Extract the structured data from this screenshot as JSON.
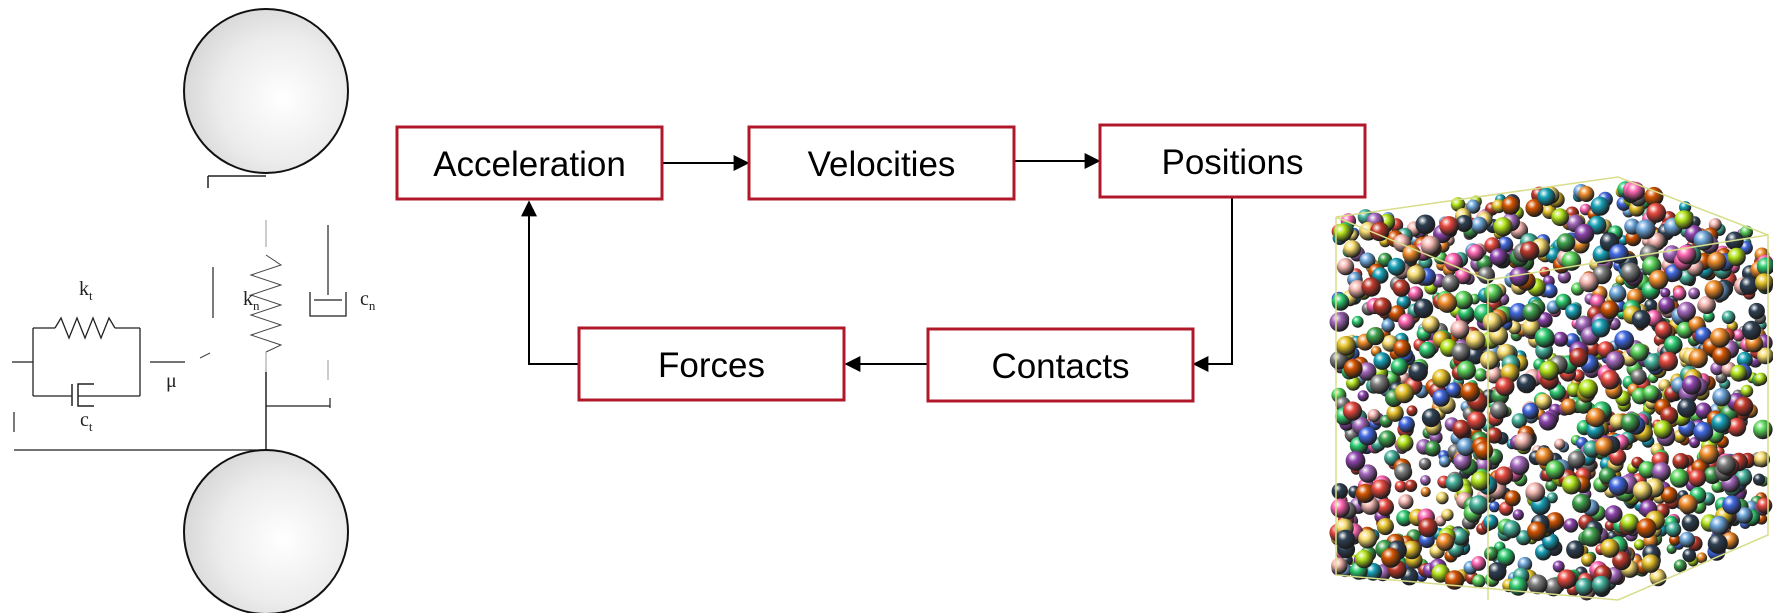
{
  "mechanical_model": {
    "labels": {
      "kt": {
        "main": "k",
        "sub": "t"
      },
      "kn": {
        "main": "k",
        "sub": "n"
      },
      "cn": {
        "main": "c",
        "sub": "n"
      },
      "ct": {
        "main": "c",
        "sub": "t"
      },
      "mu": "μ"
    }
  },
  "flowchart": {
    "nodes": {
      "acceleration": "Acceleration",
      "velocities": "Velocities",
      "positions": "Positions",
      "contacts": "Contacts",
      "forces": "Forces"
    },
    "edges": [
      [
        "acceleration",
        "velocities"
      ],
      [
        "velocities",
        "positions"
      ],
      [
        "positions",
        "contacts"
      ],
      [
        "contacts",
        "forces"
      ],
      [
        "forces",
        "acceleration"
      ]
    ],
    "colors": {
      "box_border": "#b0182a",
      "arrow": "#000000"
    }
  },
  "particle_box": {
    "box_edge_color": "#d8dd8a",
    "palette": [
      "#e8493f",
      "#3fa34d",
      "#4169e1",
      "#e6c229",
      "#8e44ad",
      "#17a2b8",
      "#f28e2b",
      "#5bd65b",
      "#ff66b3",
      "#7f7f7f",
      "#b5e61d",
      "#2ecc71",
      "#d35400",
      "#a569bd",
      "#6fa8dc",
      "#f7dc6f",
      "#45b39d",
      "#c0392b",
      "#f5b7b1",
      "#2e4053"
    ]
  }
}
